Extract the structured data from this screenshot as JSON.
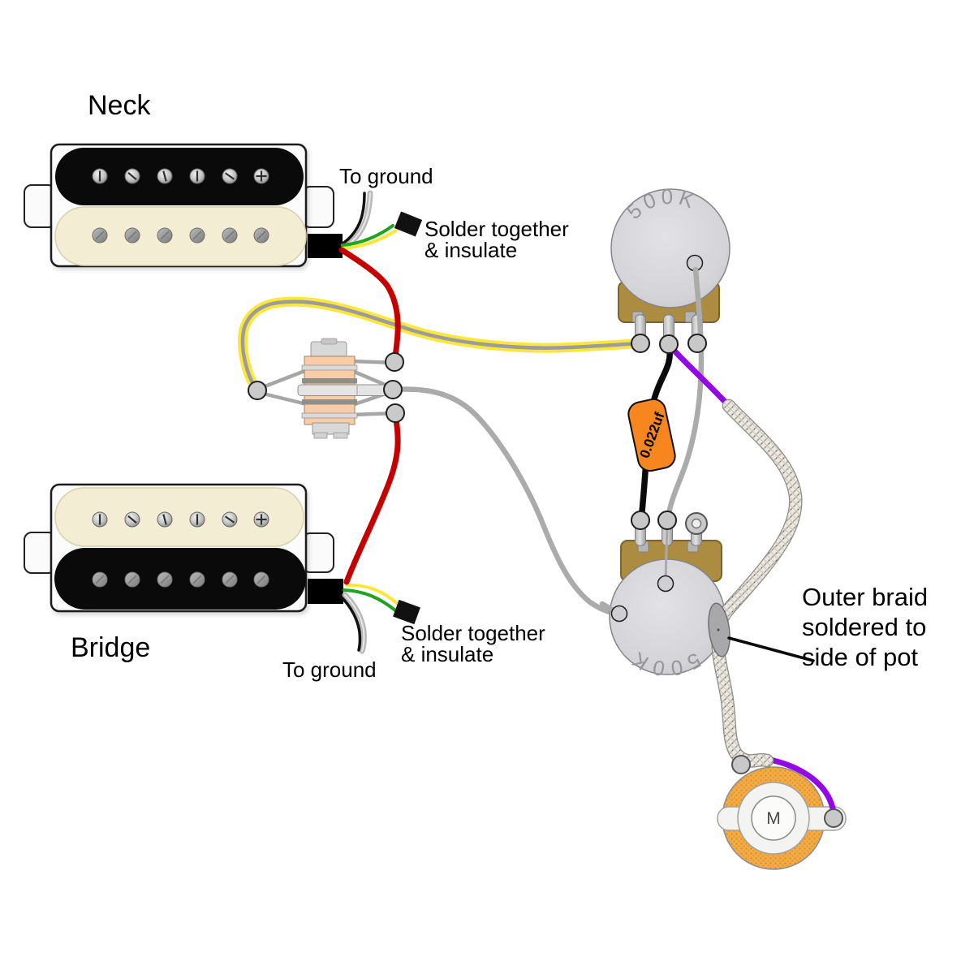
{
  "diagram": {
    "pickups": {
      "neck": "Neck",
      "bridge": "Bridge"
    },
    "annotations": {
      "to_ground_top": "To ground",
      "to_ground_bottom": "To ground",
      "solder_top": {
        "line1": "Solder together",
        "line2": "& insulate"
      },
      "solder_bottom": {
        "line1": "Solder together",
        "line2": "& insulate"
      },
      "outer_braid": {
        "line1": "Outer braid",
        "line2": "soldered to",
        "line3": "side of pot"
      }
    },
    "components": {
      "top_pot": "500K",
      "bottom_pot": "500K",
      "capacitor": "0.022uf",
      "jack": "M"
    },
    "colors": {
      "hot_red": "#C40000",
      "switch_yellow": "#FBE73C",
      "pickup_green": "#1FA41F",
      "jack_purple": "#9406E6",
      "capacitor_orange": "#F6861D",
      "jack_ring_orange": "#F3AB48",
      "pot_gray": "#D4D4D8",
      "brass": "#AC8C40",
      "switch_peach": "#F7CCA7"
    }
  }
}
